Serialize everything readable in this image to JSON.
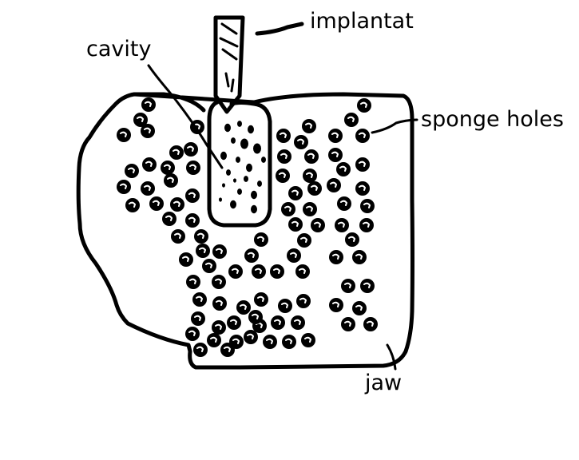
{
  "labels": {
    "implant": "implantat",
    "cavity": "cavity",
    "holes": "sponge holes",
    "jaw": "jaw"
  },
  "colors": {
    "ink": "#000000",
    "background": "#ffffff",
    "hole_highlight": "#ffffff"
  }
}
